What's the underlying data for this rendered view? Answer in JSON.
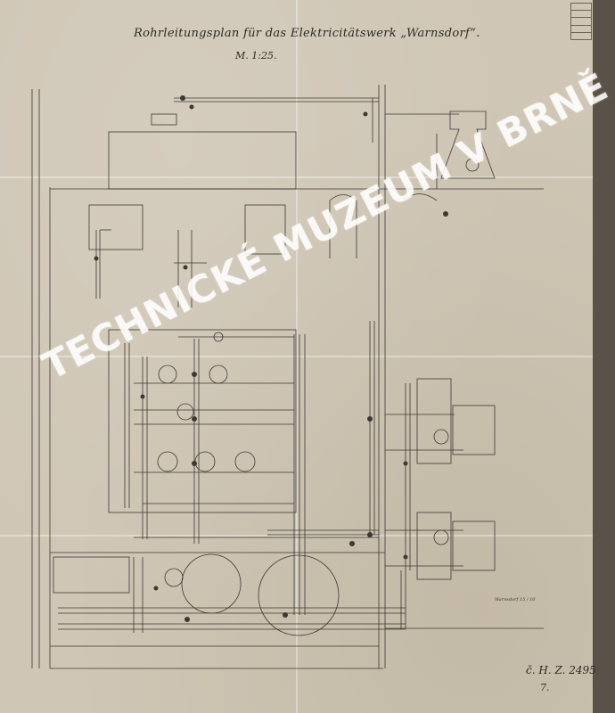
{
  "document": {
    "title": "Rohrleitungsplan für das Elektricitätswerk „Warnsdorf“.",
    "subtitle": "M. 1:25.",
    "catalog_number": "č. H. Z. 2495",
    "catalog_suffix": "7.",
    "signature_note": "Warnsdorf 15 / 10",
    "watermark": "TECHNICKÉ MUZEUM V BRNĚ"
  },
  "colors": {
    "paper": "#cfc6b5",
    "ink": "#3a352f",
    "watermark": "#ffffff"
  }
}
